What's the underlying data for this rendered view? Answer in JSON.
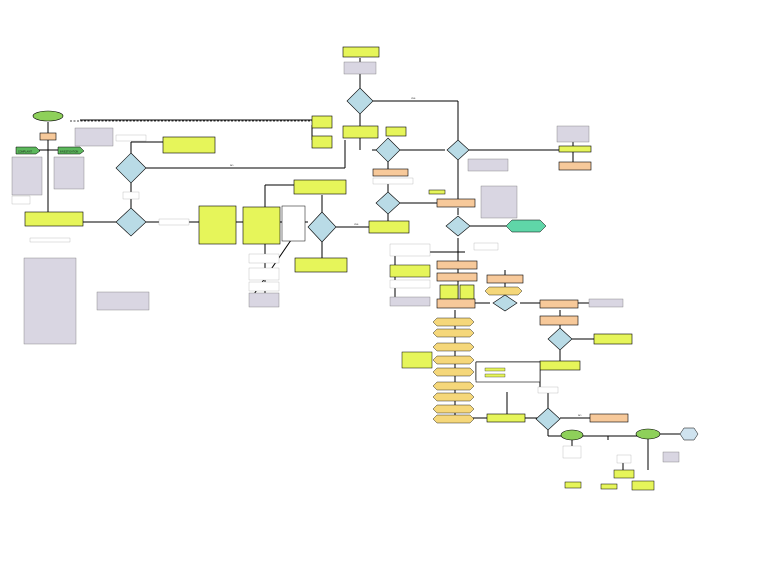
{
  "legend": {
    "left_tag": "COMPLAINT",
    "right_tag": "INVESTIGATION"
  },
  "decisions": {
    "yes": "YES",
    "no": "NO"
  },
  "colors": {
    "yellow": "#e6f55a",
    "orange": "#f7c99a",
    "blue": "#b9dbe6",
    "green": "#8ed05a",
    "gray": "#d9d6e2",
    "hex_yellow": "#f5d77a",
    "hex_blue": "#cfe3ef",
    "line": "#000000"
  }
}
